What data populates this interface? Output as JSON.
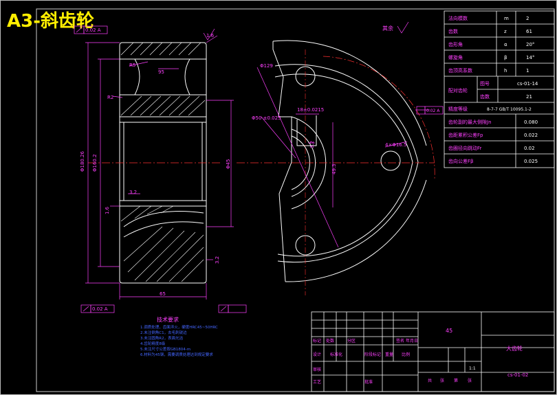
{
  "title": "A3-斜齿轮",
  "surface_finish_note": "其余",
  "params_table": [
    {
      "label": "法向模数",
      "sym": "m",
      "val": "2"
    },
    {
      "label": "齿数",
      "sym": "z",
      "val": "61"
    },
    {
      "label": "齿形角",
      "sym": "α",
      "val": "20°"
    },
    {
      "label": "螺旋角",
      "sym": "β",
      "val": "14°"
    },
    {
      "label": "齿顶高系数",
      "sym": "h",
      "val": "1"
    }
  ],
  "mating_gear": {
    "label": "配对齿轮",
    "row1_key": "图号",
    "row1_val": "cs-01-14",
    "row2_key": "齿数",
    "row2_val": "21"
  },
  "precision": {
    "label": "精度等级",
    "val": "8-7-7 GB/T 10095.1-2"
  },
  "tolerance_rows": [
    {
      "label": "齿轮副的最大侧隙Jn",
      "val": "0.080"
    },
    {
      "label": "齿距累积公差Fp",
      "val": "0.022"
    },
    {
      "label": "齿圈径向跳动Fr",
      "val": "0.02"
    },
    {
      "label": "齿向公差Fβ",
      "val": "0.025"
    }
  ],
  "dims": {
    "top_rough": "1.6",
    "tol_top": "0.02 A",
    "tol_bottom": "0.02 A",
    "r5": "R5",
    "d95": "95",
    "r2": "R2",
    "c32": "3.2",
    "c16": "1.6",
    "c32b": "3.2",
    "width": "65",
    "od": "Φ180.26",
    "d2": "Φ160.2",
    "bore": "Φ45",
    "hole_top": "Φ129",
    "bore_tol": "Φ50 ±0.025",
    "key": "18±0.0215",
    "key_depth": "49.3",
    "key_side": "3.2",
    "holes": "4×Φ16.5",
    "tol_right": "0.02 A"
  },
  "notes": {
    "title": "技术要求",
    "lines": [
      "1.调质处理，齿面淬火，硬度HRC45~50HRC",
      "2.未注倒角C1，去毛刺锐边",
      "3.未注圆角R2，表面光洁",
      "4.齿轮精度8级",
      "5.未注尺寸公差按GB1804-m",
      "6.材料为45钢，需要调质处理达到规定要求"
    ]
  },
  "title_block": {
    "material": "45",
    "name": "大齿轮",
    "code": "cs-01-02",
    "scale": "1:1",
    "r1": [
      "标记",
      "处数",
      "分区"
    ],
    "r1b": [
      "签名",
      "年月日"
    ],
    "r2": [
      "设计",
      "标准化",
      "阶段标记",
      "重量",
      "比例"
    ],
    "r3": [
      "审核"
    ],
    "r4": [
      "工艺",
      "批准"
    ],
    "r5": [
      "共",
      "张",
      "第",
      "张"
    ]
  }
}
